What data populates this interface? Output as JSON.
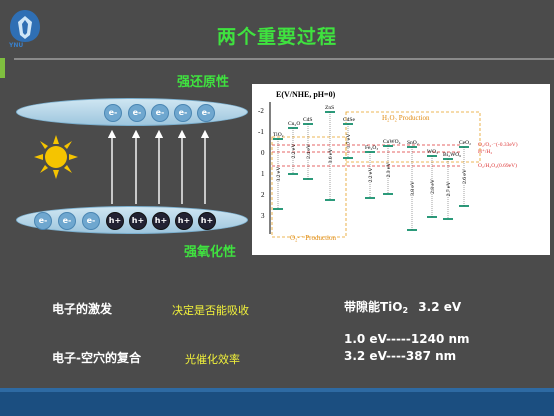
{
  "slide": {
    "logo_text": "YNU",
    "title": "两个重要过程",
    "label_reduction": "强还原性",
    "label_oxidation": "强氧化性",
    "electron_symbol": "e-",
    "hole_symbol": "h+",
    "colors": {
      "title": "#3fe23f",
      "note": "#f2f23a",
      "bottom_bar": "#1b4e80"
    }
  },
  "figure": {
    "y_axis_title": "E(V/NHE, pH=0)",
    "y_ticks": [
      "-2",
      "-1",
      "0",
      "1",
      "2",
      "3"
    ],
    "h2o2_label": "H₂O₂ Production",
    "o2_label": "O₂·⁻ Production",
    "ref_o2": "O₂/O₂·⁻(-0.33eV)",
    "ref_h": "H⁺/H₂",
    "ref_h2o2": "O₂/H₂O₂(0.69eV)",
    "materials": [
      {
        "name": "TiO₂",
        "gap": "3.2 eV"
      },
      {
        "name": "Cu₂O",
        "gap": "2.2 eV"
      },
      {
        "name": "CdS",
        "gap": "2.4 eV"
      },
      {
        "name": "ZnS",
        "gap": "3.6 eV"
      },
      {
        "name": "CdSe",
        "gap": "1.7 eV"
      },
      {
        "name": "Fe₂O₃",
        "gap": "2.2 eV"
      },
      {
        "name": "CuWO₄",
        "gap": "2.3 eV"
      },
      {
        "name": "SnO₂",
        "gap": "3.8 eV"
      },
      {
        "name": "WO₃",
        "gap": "2.8 eV"
      },
      {
        "name": "Bi₂WO₆",
        "gap": "2.7 eV"
      },
      {
        "name": "CeO₂",
        "gap": "2.6 eV"
      }
    ]
  },
  "notes": {
    "excitation": "电子的激发",
    "excitation_note": "决定是否能吸收",
    "recombination": "电子-空穴的复合",
    "recombination_note": "光催化效率",
    "bandgap_label": "带隙能TiO",
    "bandgap_sub": "2",
    "bandgap_value": "3.2 eV",
    "conv1": "1.0 eV-----1240 nm",
    "conv2": "3.2 eV----387 nm"
  }
}
